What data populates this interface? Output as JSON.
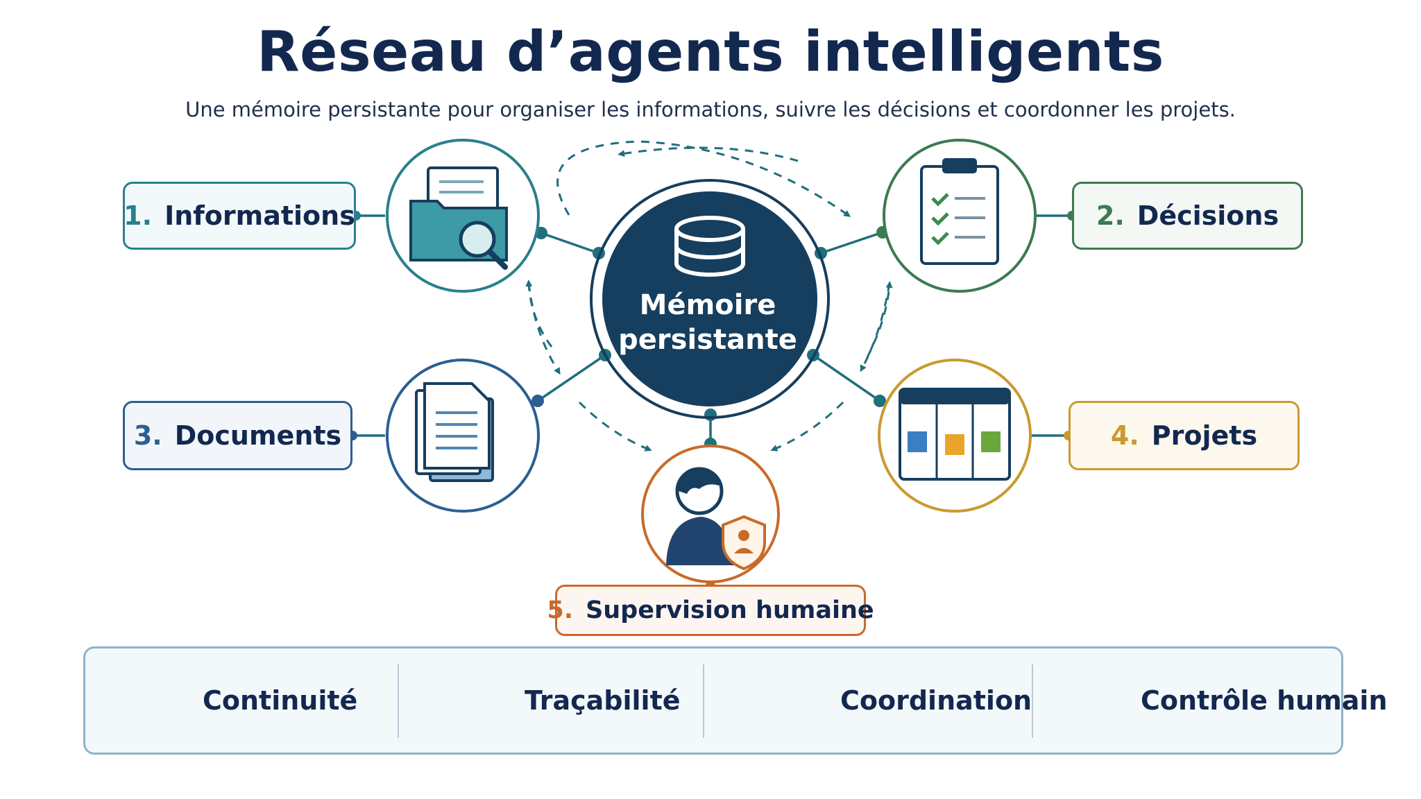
{
  "header": {
    "title": "Réseau d’agents intelligents",
    "subtitle": "Une mémoire persistante pour organiser les informations, suivre les décisions et coordonner les projets."
  },
  "center": {
    "line1": "Mémoire",
    "line2": "persistante",
    "icon": "database-icon",
    "color": "#163e5e"
  },
  "nodes": [
    {
      "num": "1.",
      "label": "Informations",
      "icon": "folder-search-icon",
      "color": "#2b7f8c"
    },
    {
      "num": "2.",
      "label": "Décisions",
      "icon": "clipboard-checklist-icon",
      "color": "#3d7a52"
    },
    {
      "num": "3.",
      "label": "Documents",
      "icon": "documents-icon",
      "color": "#2b5f94"
    },
    {
      "num": "4.",
      "label": "Projets",
      "icon": "kanban-board-icon",
      "color": "#c99a2e"
    },
    {
      "num": "5.",
      "label": "Supervision humaine",
      "icon": "person-shield-icon",
      "color": "#c96a2a"
    }
  ],
  "features": [
    {
      "label": "Continuité",
      "icon": "refresh-cycle-icon"
    },
    {
      "label": "Traçabilité",
      "icon": "fingerprint-icon"
    },
    {
      "label": "Coordination",
      "icon": "team-icon"
    },
    {
      "label": "Contrôle humain",
      "icon": "shield-user-icon"
    }
  ],
  "colors": {
    "navy": "#13284f",
    "teal": "#1f6f7c",
    "accent": "#2f8e99"
  }
}
